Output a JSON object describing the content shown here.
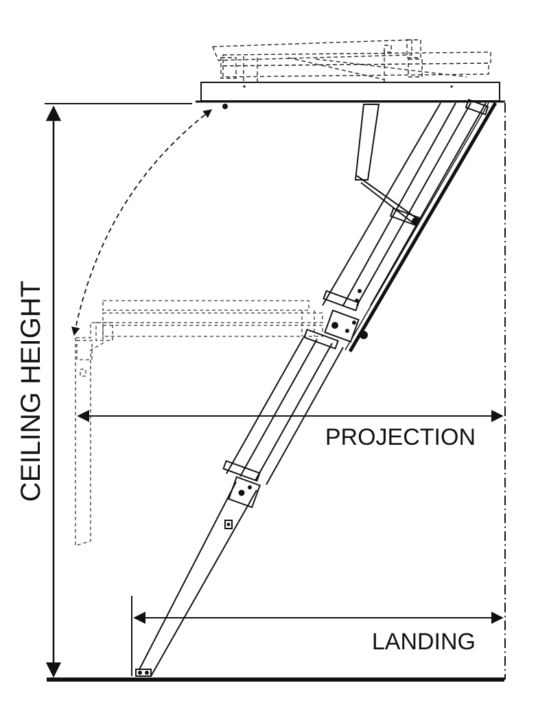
{
  "diagram": {
    "labels": {
      "ceiling_height": "CEILING HEIGHT",
      "projection": "PROJECTION",
      "landing": "LANDING"
    },
    "colors": {
      "line": "#111111",
      "background": "#ffffff"
    }
  }
}
